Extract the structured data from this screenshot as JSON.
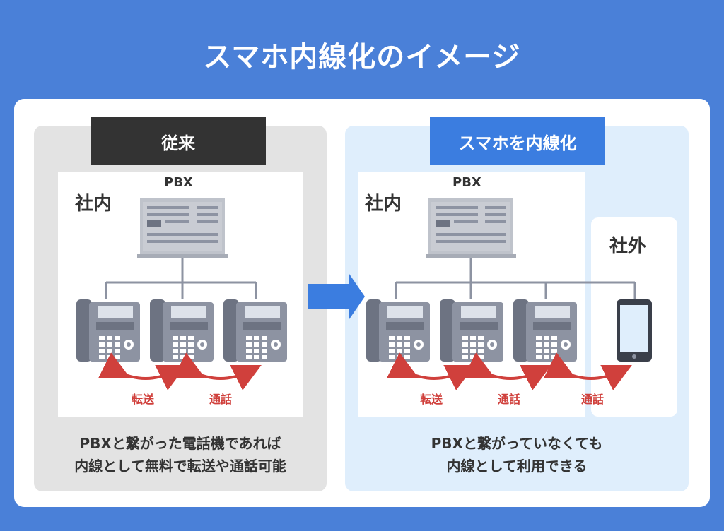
{
  "title": "スマホ内線化のイメージ",
  "left": {
    "header": "従来",
    "area_label": "社内",
    "pbx_label": "PBX",
    "arrow_labels": [
      "転送",
      "通話"
    ],
    "caption_line1": "PBXと繋がった電話機であれば",
    "caption_line2": "内線として無料で転送や通話可能"
  },
  "right": {
    "header": "スマホを内線化",
    "area_label": "社内",
    "outside_label": "社外",
    "pbx_label": "PBX",
    "arrow_labels": [
      "転送",
      "通話",
      "通話"
    ],
    "caption_line1": "PBXと繋がっていなくても",
    "caption_line2": "内線として利用できる"
  },
  "colors": {
    "background": "#4a80d8",
    "panel_old": "#e3e3e3",
    "panel_new": "#dfeefc",
    "header_old": "#333333",
    "header_new": "#3b7de0",
    "device": "#8d93a2",
    "accent_red": "#d0403c",
    "arrow_blue": "#3b7de0"
  }
}
